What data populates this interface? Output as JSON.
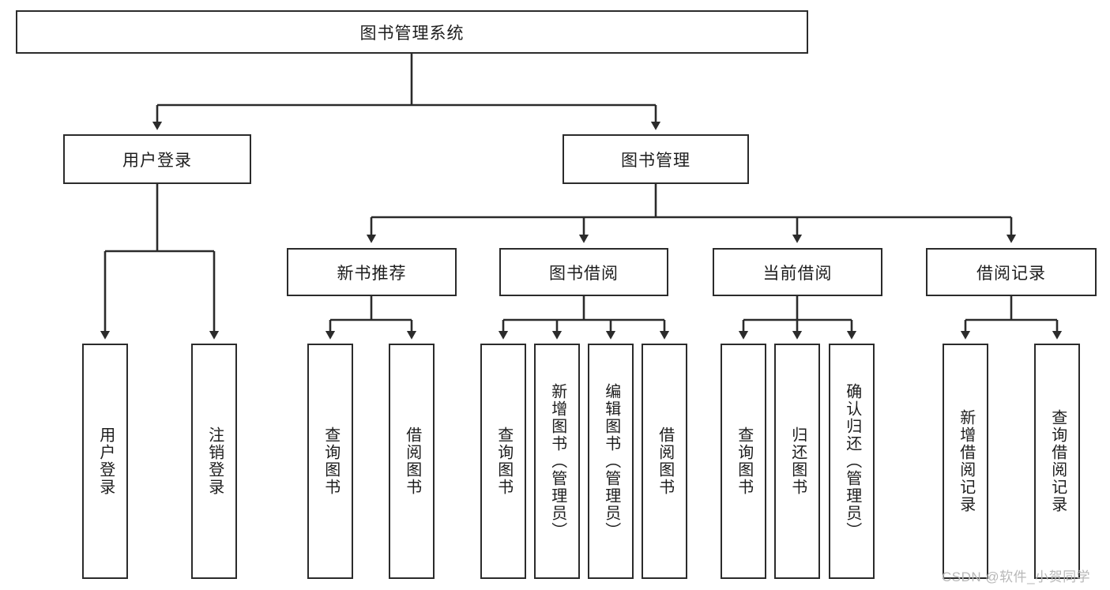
{
  "diagram": {
    "title": "图书管理系统",
    "type": "hierarchy-tree",
    "root": {
      "id": "root",
      "label": "图书管理系统"
    },
    "level2": [
      {
        "id": "user-login",
        "label": "用户登录"
      },
      {
        "id": "book-manage",
        "label": "图书管理"
      }
    ],
    "level3": [
      {
        "id": "new-book-rec",
        "label": "新书推荐",
        "parent": "book-manage"
      },
      {
        "id": "book-borrow",
        "label": "图书借阅",
        "parent": "book-manage"
      },
      {
        "id": "current-borrow",
        "label": "当前借阅",
        "parent": "book-manage"
      },
      {
        "id": "borrow-record",
        "label": "借阅记录",
        "parent": "book-manage"
      }
    ],
    "leaves": [
      {
        "id": "leaf-user-login",
        "label": "用户登录",
        "parent": "user-login"
      },
      {
        "id": "leaf-logout",
        "label": "注销登录",
        "parent": "user-login"
      },
      {
        "id": "leaf-query-book-1",
        "label": "查询图书",
        "parent": "new-book-rec"
      },
      {
        "id": "leaf-borrow-book-1",
        "label": "借阅图书",
        "parent": "new-book-rec"
      },
      {
        "id": "leaf-query-book-2",
        "label": "查询图书",
        "parent": "book-borrow"
      },
      {
        "id": "leaf-add-book",
        "label": "新增图书（管理员）",
        "parent": "book-borrow"
      },
      {
        "id": "leaf-edit-book",
        "label": "编辑图书（管理员）",
        "parent": "book-borrow"
      },
      {
        "id": "leaf-borrow-book-2",
        "label": "借阅图书",
        "parent": "book-borrow"
      },
      {
        "id": "leaf-query-book-3",
        "label": "查询图书",
        "parent": "current-borrow"
      },
      {
        "id": "leaf-return-book",
        "label": "归还图书",
        "parent": "current-borrow"
      },
      {
        "id": "leaf-confirm-return",
        "label": "确认归还（管理员）",
        "parent": "current-borrow"
      },
      {
        "id": "leaf-add-record",
        "label": "新增借阅记录",
        "parent": "borrow-record"
      },
      {
        "id": "leaf-query-record",
        "label": "查询借阅记录",
        "parent": "borrow-record"
      }
    ],
    "watermark": "CSDN @软件_小贺同学",
    "colors": {
      "stroke": "#2b2b2b",
      "text": "#1d1d1d",
      "background": "#ffffff",
      "watermark": "#b8b8b8"
    }
  }
}
